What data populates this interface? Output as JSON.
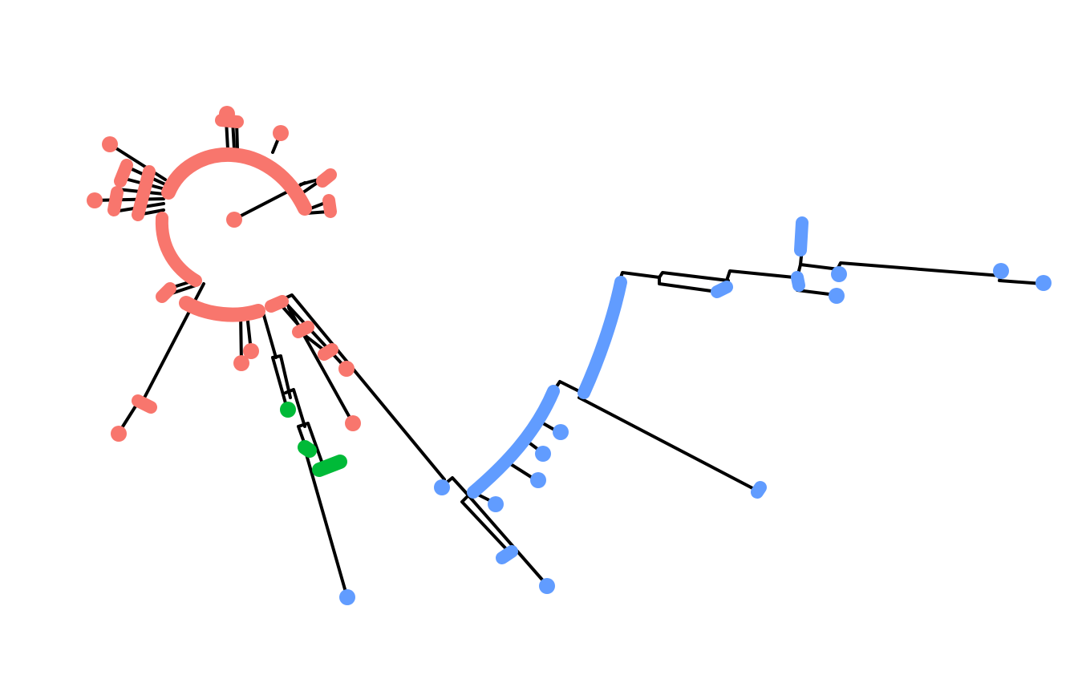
{
  "diagram": {
    "type": "unrooted phylogenetic tree",
    "background": "#ffffff",
    "branch_color": "#000000",
    "groups": [
      {
        "id": "group-1",
        "color": "#F8766D"
      },
      {
        "id": "group-2",
        "color": "#00BA38"
      },
      {
        "id": "group-3",
        "color": "#619CFF"
      }
    ],
    "labels": []
  }
}
